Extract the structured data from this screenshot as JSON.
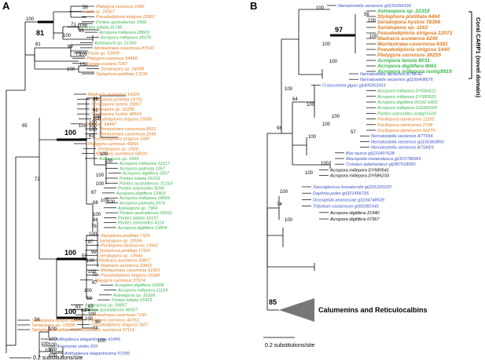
{
  "panels": {
    "a": "A",
    "b": "B"
  },
  "colors": {
    "orange": "#e07b1f",
    "green": "#39b54a",
    "blue": "#3b53c8",
    "black": "#000000"
  },
  "tree_a": {
    "scale_label": "0.2 substitutions/site",
    "bootstrap": [
      "100",
      "81",
      "56",
      "71",
      "100",
      "93",
      "100",
      "89",
      "77",
      "100",
      "100",
      "100",
      "95",
      "98",
      "100",
      "61",
      "100",
      "100",
      "100",
      "100",
      "100",
      "63",
      "100",
      "100",
      "72",
      "100",
      "100",
      "87",
      "100",
      "100",
      "68",
      "100",
      "94",
      "76",
      "100",
      "87",
      "99",
      "55",
      "100",
      "100",
      "70",
      "87",
      "100",
      "52",
      "63",
      "74",
      "100",
      "94",
      "100",
      "100",
      "100",
      "56",
      "63",
      "61",
      "100",
      "90",
      "100",
      "100",
      "100",
      "100",
      "100",
      "86",
      "100",
      "100",
      "100"
    ],
    "tips": [
      {
        "label": "Platygyra carnosus 1685",
        "color": "#e07b1f"
      },
      {
        "label": "Favia sp. 24967",
        "color": "#e07b1f"
      },
      {
        "label": "Pseudodiploria strigosa 22901",
        "color": "#e07b1f"
      },
      {
        "label": "Porites australiensis 3369",
        "color": "#39b54a"
      },
      {
        "label": "Porites lobata 31745",
        "color": "#39b54a"
      },
      {
        "label": "Acropora millepora 28603",
        "color": "#39b54a"
      },
      {
        "label": "Acropora millepora 18376",
        "color": "#39b54a"
      },
      {
        "label": "Astreopora sp. 21300",
        "color": "#39b54a"
      },
      {
        "label": "Montastraea cavernosa 87640",
        "color": "#e07b1f"
      },
      {
        "label": "Favia sp. 53500",
        "color": "#e07b1f"
      },
      {
        "label": "Platygyra carnosus 34468",
        "color": "#e07b1f"
      },
      {
        "label": "Fungia scutaria 7257",
        "color": "#e07b1f"
      },
      {
        "label": "Seriatopora sp. 24998",
        "color": "#e07b1f"
      },
      {
        "label": "Stylophora pistillata 17235",
        "color": "#e07b1f"
      },
      {
        "label": "Madracis auretenra 14325",
        "color": "#e07b1f"
      },
      {
        "label": "Stylophora pistillata 16791",
        "color": "#e07b1f"
      },
      {
        "label": "Seriatopora hystrix 19057",
        "color": "#e07b1f"
      },
      {
        "label": "Seriatopora sp. 31295",
        "color": "#e07b1f"
      },
      {
        "label": "Seriatopora hystrix 48524",
        "color": "#e07b1f"
      },
      {
        "label": "Pseudodiploria strigosa 23580",
        "color": "#e07b1f"
      },
      {
        "label": "Favia sp. 34447",
        "color": "#e07b1f"
      },
      {
        "label": "Montastraea cavernosa 8912",
        "color": "#e07b1f"
      },
      {
        "label": "Montastraea cavernosa 2049",
        "color": "#e07b1f"
      },
      {
        "label": "Pseudodiploria strigosa 1689",
        "color": "#e07b1f"
      },
      {
        "label": "Platygyra carnosus 43891",
        "color": "#e07b1f"
      },
      {
        "label": "Seriatopora sp. 2926",
        "color": "#e07b1f"
      },
      {
        "label": "Madracis auretenra 58026",
        "color": "#e07b1f"
      },
      {
        "label": "Astreopora sp. 1665",
        "color": "#39b54a"
      },
      {
        "label": "Acropora millepora 12217",
        "color": "#39b54a"
      },
      {
        "label": "Acropora palmata 2357",
        "color": "#39b54a"
      },
      {
        "label": "Acropora digitifera 2057",
        "color": "#39b54a"
      },
      {
        "label": "Porites lobata 16163",
        "color": "#39b54a"
      },
      {
        "label": "Porites australiensis 31214",
        "color": "#39b54a"
      },
      {
        "label": "Porites astreoides 5094",
        "color": "#39b54a"
      },
      {
        "label": "Acropora digitifera 13903",
        "color": "#39b54a"
      },
      {
        "label": "Acropora millepora 18659",
        "color": "#39b54a"
      },
      {
        "label": "Acropora palmata 2974",
        "color": "#39b54a"
      },
      {
        "label": "Astreopora sp. 7904",
        "color": "#39b54a"
      },
      {
        "label": "Porites australiensis 45651",
        "color": "#39b54a"
      },
      {
        "label": "Porites lobata 16157",
        "color": "#39b54a"
      },
      {
        "label": "Porites astreoides 4114",
        "color": "#39b54a"
      },
      {
        "label": "Acropora digitifera 13804",
        "color": "#39b54a"
      },
      {
        "label": "Stylophora pistillata 7324",
        "color": "#e07b1f"
      },
      {
        "label": "Seriatopora sp. 10595",
        "color": "#e07b1f"
      },
      {
        "label": "Pocillopora damicornis 13941",
        "color": "#e07b1f"
      },
      {
        "label": "Stylophora pistillata 17591",
        "color": "#e07b1f"
      },
      {
        "label": "Seriatopora sp. 13944",
        "color": "#e07b1f"
      },
      {
        "label": "Madracis auretenra 33867",
        "color": "#e07b1f"
      },
      {
        "label": "Madracis auretenra 33852",
        "color": "#e07b1f"
      },
      {
        "label": "Montastraea cavernosa 91901",
        "color": "#e07b1f"
      },
      {
        "label": "Pseudodiploria strigosa 16349",
        "color": "#e07b1f"
      },
      {
        "label": "Platygyra carnosus 37674",
        "color": "#e07b1f"
      },
      {
        "label": "Acropora digitifera 16908",
        "color": "#39b54a"
      },
      {
        "label": "Acropora millepora 11129",
        "color": "#39b54a"
      },
      {
        "label": "Astreopora sp. 31926",
        "color": "#39b54a"
      },
      {
        "label": "Porites lobata 15419",
        "color": "#39b54a"
      },
      {
        "label": "Astreopora sp. 29857",
        "color": "#39b54a"
      },
      {
        "label": "Porites australiensis 46007",
        "color": "#39b54a"
      },
      {
        "label": "Montastraea cavernosa 7160",
        "color": "#e07b1f"
      },
      {
        "label": "Platygyra carnosus 42253",
        "color": "#e07b1f"
      },
      {
        "label": "Pseudodiploria strigosa 7427",
        "color": "#e07b1f"
      },
      {
        "label": "Madracis auretenra 57114",
        "color": "#e07b1f"
      },
      {
        "label": "Seriatopora hystrix 99883",
        "color": "#e07b1f"
      },
      {
        "label": "Seriatopora sp. 10598",
        "color": "#e07b1f"
      },
      {
        "label": "Stylophora pistillata 16373",
        "color": "#e07b1f"
      },
      {
        "label": "Anthopleura elegantissima 41406",
        "color": "#3b53c8"
      },
      {
        "label": "Anemonia viridis 269",
        "color": "#3b53c8"
      },
      {
        "label": "Anthopleura elegantissima 57295",
        "color": "#3b53c8"
      }
    ]
  },
  "tree_b": {
    "scale_label": "0.2 substitutions/site",
    "group_label": "Calumenins and Reticulocalbins",
    "clade_label": "Coral CARP1 (novel domain)",
    "bootstrap": [
      "100",
      "56",
      "100",
      "97",
      "100",
      "100",
      "100",
      "64",
      "100",
      "100",
      "100",
      "100",
      "57",
      "100",
      "100",
      "98",
      "100",
      "100",
      "74",
      "100",
      "85"
    ],
    "tips": [
      {
        "label": "Nematostella vectensis gi|156354160",
        "color": "#3b53c8",
        "bold": false
      },
      {
        "label": "Astreopora sp. 22315",
        "color": "#39b54a",
        "bold": true
      },
      {
        "label": "Stylophora pistillata 6464",
        "color": "#e07b1f",
        "bold": true
      },
      {
        "label": "Seriatopora hystrix 78366",
        "color": "#e07b1f",
        "bold": true
      },
      {
        "label": "Seriatopora sp. 1163",
        "color": "#e07b1f",
        "bold": true
      },
      {
        "label": "Pseudodiploria strigosa 12073",
        "color": "#e07b1f",
        "bold": true
      },
      {
        "label": "Madracis auretenra 6245",
        "color": "#e07b1f",
        "bold": true
      },
      {
        "label": "Montastraea cavernosa 6381",
        "color": "#e07b1f",
        "bold": true
      },
      {
        "label": "Pseudodiploria strigosa 1440",
        "color": "#e07b1f",
        "bold": true
      },
      {
        "label": "Platygyra carnosus 38255",
        "color": "#e07b1f",
        "bold": true
      },
      {
        "label": "Acropora tenuis 8031",
        "color": "#39b54a",
        "bold": true
      },
      {
        "label": "Acropora digitifera 8061",
        "color": "#39b54a",
        "bold": true
      },
      {
        "label": "Acropora millepora isotig9919",
        "color": "#39b54a",
        "bold": true
      },
      {
        "label": "Nematostella vectensis A7RF42",
        "color": "#3b53c8",
        "bold": false
      },
      {
        "label": "Nematostella vectensis gi|156408676",
        "color": "#3b53c8",
        "bold": false
      },
      {
        "label": "Crassostrea gigas gi|405953353",
        "color": "#3b53c8",
        "bold": false
      },
      {
        "label": "Acropora millepora DY584521",
        "color": "#39b54a",
        "bold": false
      },
      {
        "label": "Acropora millepora DY580522",
        "color": "#39b54a",
        "bold": false
      },
      {
        "label": "Acropora digitifera 05162 6403",
        "color": "#39b54a",
        "bold": false
      },
      {
        "label": "Acropora millepora GO002039",
        "color": "#39b54a",
        "bold": false
      },
      {
        "label": "Porites astreoides isotig01520",
        "color": "#39b54a",
        "bold": false
      },
      {
        "label": "Pocillopora damicornis 11201",
        "color": "#e07b1f",
        "bold": false
      },
      {
        "label": "Pocillopora damicornis 2798",
        "color": "#e07b1f",
        "bold": false
      },
      {
        "label": "Pocillopora damicornis 56279",
        "color": "#e07b1f",
        "bold": false
      },
      {
        "label": "Nematostella vectensis A7T554",
        "color": "#3b53c8",
        "bold": false
      },
      {
        "label": "Nematostella vectensis gi|156363855",
        "color": "#3b53c8",
        "bold": false
      },
      {
        "label": "Nematostella vectensis A7SKE6",
        "color": "#3b53c8",
        "bold": false
      },
      {
        "label": "Bos taurus gi|115497628",
        "color": "#3b53c8",
        "bold": false
      },
      {
        "label": "Ailuropoda melanoleuca gi|301786683",
        "color": "#3b53c8",
        "bold": false
      },
      {
        "label": "Crotalus adamanteus gi|387018050",
        "color": "#3b53c8",
        "bold": false
      },
      {
        "label": "Acropora millepora DY580541",
        "color": "#000000",
        "bold": false
      },
      {
        "label": "Acropora millepora DY585233",
        "color": "#000000",
        "bold": false
      },
      {
        "label": "Saccoglossus kowalevskii gi|291226220",
        "color": "#3b53c8",
        "bold": false
      },
      {
        "label": "Daphnia pulex gi|321456725",
        "color": "#3b53c8",
        "bold": false
      },
      {
        "label": "Drosophila ananassae gi|194748539",
        "color": "#3b53c8",
        "bold": false
      },
      {
        "label": "Tribolium castaneum gi|91081545",
        "color": "#3b53c8",
        "bold": false
      },
      {
        "label": "Acropora digitifera 21940",
        "color": "#000000",
        "bold": false
      },
      {
        "label": "Acropora digitifera 07367",
        "color": "#000000",
        "bold": false
      }
    ]
  }
}
